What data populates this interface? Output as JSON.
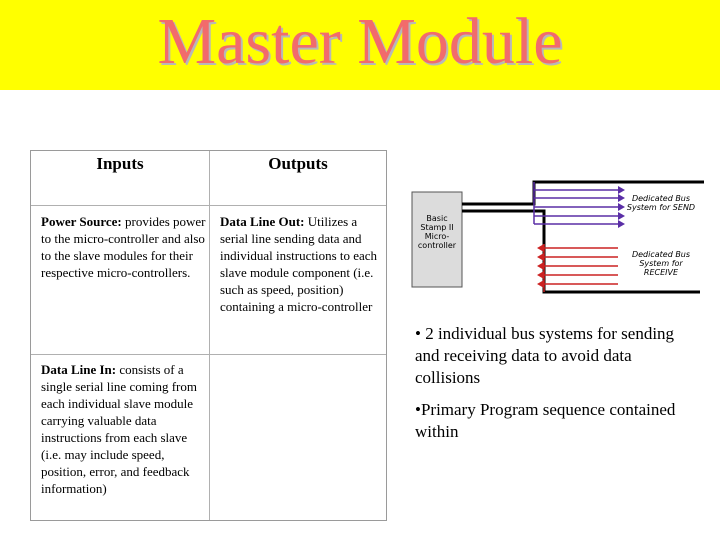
{
  "title": "Master Module",
  "table": {
    "headers": {
      "inputs": "Inputs",
      "outputs": "Outputs"
    },
    "power_source": {
      "label": "Power Source:",
      "text": " provides power to the micro-controller and also to the slave modules for their respective micro-controllers."
    },
    "data_line_out": {
      "label": "Data Line Out:",
      "text": " Utilizes a serial line sending data and individual instructions to each slave module component (i.e. such as speed, position) containing a micro-controller"
    },
    "data_line_in": {
      "label": "Data Line In:",
      "text": " consists of a single serial line coming from each individual slave module carrying valuable data instructions from each slave (i.e. may include speed, position, error, and feedback information)"
    }
  },
  "diagram": {
    "stamp_label": "Basic Stamp II Micro-controller",
    "send_label": "Dedicated Bus System for SEND",
    "receive_label": "Dedicated Bus System for RECEIVE",
    "send_color": "#5a2ea6",
    "receive_color": "#cc2222"
  },
  "bullets": [
    "• 2 individual bus systems for sending and receiving data to avoid data collisions",
    "•Primary Program sequence contained within"
  ],
  "colors": {
    "title_band": "#ffff00",
    "title_text": "#f26b6b"
  }
}
